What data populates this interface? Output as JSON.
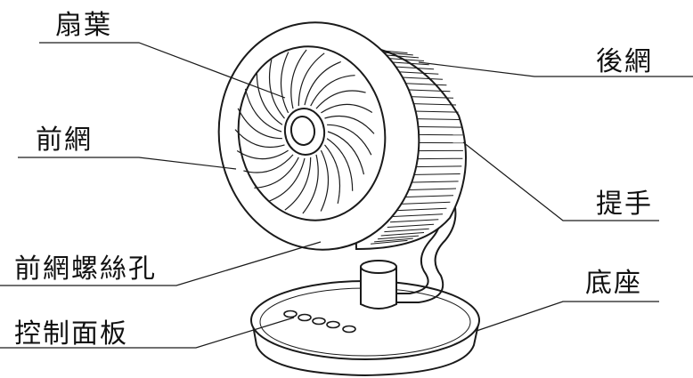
{
  "labels": {
    "fan_blade": "扇葉",
    "rear_grille": "後網",
    "front_grille": "前網",
    "handle": "提手",
    "front_grille_screw_hole": "前網螺絲孔",
    "base": "底座",
    "control_panel": "控制面板"
  },
  "colors": {
    "line": "#1a1a1a",
    "background": "#ffffff"
  }
}
